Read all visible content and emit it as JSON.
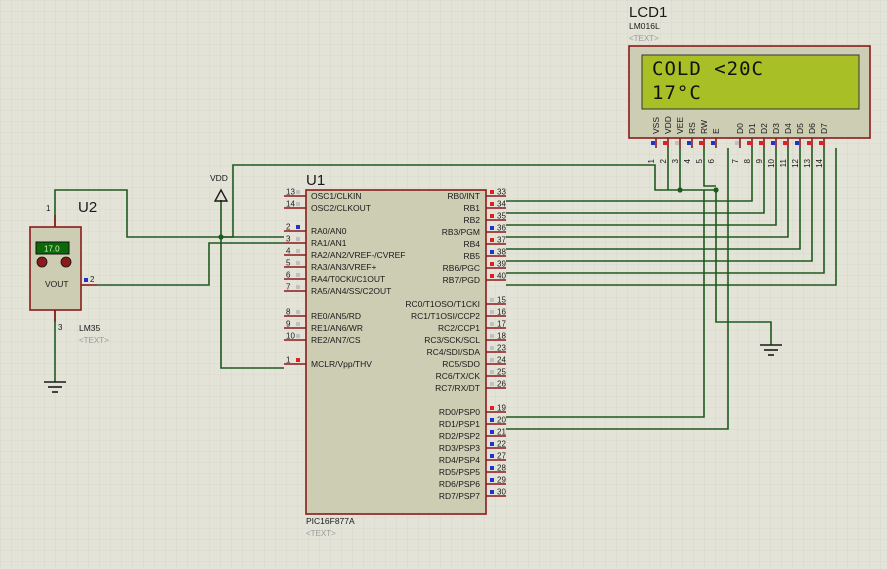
{
  "u1": {
    "ref": "U1",
    "part": "PIC16F877A",
    "text_tag": "<TEXT>",
    "left_pins": [
      {
        "num": "13",
        "label": "OSC1/CLKIN",
        "color": "#c0c0c0"
      },
      {
        "num": "14",
        "label": "OSC2/CLKOUT",
        "color": "#c0c0c0"
      },
      {
        "num": "2",
        "label": "RA0/AN0",
        "color": "#2233cc"
      },
      {
        "num": "3",
        "label": "RA1/AN1",
        "color": "#c0c0c0"
      },
      {
        "num": "4",
        "label": "RA2/AN2/VREF-/CVREF",
        "color": "#c0c0c0"
      },
      {
        "num": "5",
        "label": "RA3/AN3/VREF+",
        "color": "#c0c0c0"
      },
      {
        "num": "6",
        "label": "RA4/T0CKI/C1OUT",
        "color": "#c0c0c0"
      },
      {
        "num": "7",
        "label": "RA5/AN4/SS/C2OUT",
        "color": "#c0c0c0"
      },
      {
        "num": "8",
        "label": "RE0/AN5/RD",
        "color": "#c0c0c0"
      },
      {
        "num": "9",
        "label": "RE1/AN6/WR",
        "color": "#c0c0c0"
      },
      {
        "num": "10",
        "label": "RE2/AN7/CS",
        "color": "#c0c0c0"
      },
      {
        "num": "1",
        "label": "MCLR/Vpp/THV",
        "color": "#e02020"
      }
    ],
    "right_pins": [
      {
        "num": "33",
        "label": "RB0/INT",
        "color": "#e02020"
      },
      {
        "num": "34",
        "label": "RB1",
        "color": "#e02020"
      },
      {
        "num": "35",
        "label": "RB2",
        "color": "#e02020"
      },
      {
        "num": "36",
        "label": "RB3/PGM",
        "color": "#2233cc"
      },
      {
        "num": "37",
        "label": "RB4",
        "color": "#e02020"
      },
      {
        "num": "38",
        "label": "RB5",
        "color": "#2233cc"
      },
      {
        "num": "39",
        "label": "RB6/PGC",
        "color": "#e02020"
      },
      {
        "num": "40",
        "label": "RB7/PGD",
        "color": "#e02020"
      },
      {
        "num": "15",
        "label": "RC0/T1OSO/T1CKI",
        "color": "#c0c0c0"
      },
      {
        "num": "16",
        "label": "RC1/T1OSI/CCP2",
        "color": "#c0c0c0"
      },
      {
        "num": "17",
        "label": "RC2/CCP1",
        "color": "#c0c0c0"
      },
      {
        "num": "18",
        "label": "RC3/SCK/SCL",
        "color": "#c0c0c0"
      },
      {
        "num": "23",
        "label": "RC4/SDI/SDA",
        "color": "#c0c0c0"
      },
      {
        "num": "24",
        "label": "RC5/SDO",
        "color": "#c0c0c0"
      },
      {
        "num": "25",
        "label": "RC6/TX/CK",
        "color": "#c0c0c0"
      },
      {
        "num": "26",
        "label": "RC7/RX/DT",
        "color": "#c0c0c0"
      },
      {
        "num": "19",
        "label": "RD0/PSP0",
        "color": "#e02020"
      },
      {
        "num": "20",
        "label": "RD1/PSP1",
        "color": "#2233cc"
      },
      {
        "num": "21",
        "label": "RD2/PSP2",
        "color": "#2233cc"
      },
      {
        "num": "22",
        "label": "RD3/PSP3",
        "color": "#2233cc"
      },
      {
        "num": "27",
        "label": "RD4/PSP4",
        "color": "#2233cc"
      },
      {
        "num": "28",
        "label": "RD5/PSP5",
        "color": "#2233cc"
      },
      {
        "num": "29",
        "label": "RD6/PSP6",
        "color": "#2233cc"
      },
      {
        "num": "30",
        "label": "RD7/PSP7",
        "color": "#2233cc"
      }
    ]
  },
  "u2": {
    "ref": "U2",
    "part": "LM35",
    "text_tag": "<TEXT>",
    "display_value": "17.0",
    "vout_label": "VOUT",
    "pin_top": "1",
    "pin_out": "2",
    "pin_bottom": "3"
  },
  "lcd": {
    "ref": "LCD1",
    "part": "LM016L",
    "text_tag": "<TEXT>",
    "line1": "COLD <20C",
    "line2": "17°C",
    "pins": [
      {
        "num": "1",
        "label": "VSS",
        "color": "#2233cc"
      },
      {
        "num": "2",
        "label": "VDD",
        "color": "#e02020"
      },
      {
        "num": "3",
        "label": "VEE",
        "color": "#c0c0c0"
      },
      {
        "num": "4",
        "label": "RS",
        "color": "#2233cc"
      },
      {
        "num": "5",
        "label": "RW",
        "color": "#e02020"
      },
      {
        "num": "6",
        "label": "E",
        "color": "#2233cc"
      },
      {
        "num": "7",
        "label": "D0",
        "color": "#c0c0c0"
      },
      {
        "num": "8",
        "label": "D1",
        "color": "#e02020"
      },
      {
        "num": "9",
        "label": "D2",
        "color": "#e02020"
      },
      {
        "num": "10",
        "label": "D3",
        "color": "#2233cc"
      },
      {
        "num": "11",
        "label": "D4",
        "color": "#e02020"
      },
      {
        "num": "12",
        "label": "D5",
        "color": "#2233cc"
      },
      {
        "num": "13",
        "label": "D6",
        "color": "#e02020"
      },
      {
        "num": "14",
        "label": "D7",
        "color": "#e02020"
      }
    ]
  },
  "power": {
    "vdd_label": "VDD"
  },
  "colors": {
    "background": "#e3e3d8",
    "component_body": "#cdcdb4",
    "component_outline": "#8b1a1a",
    "wire": "#1f5a1f",
    "lcd_screen": "#a8c026",
    "sensor_display": "#0a6a0a",
    "pin_high": "#e02020",
    "pin_low": "#2233cc",
    "pin_floating": "#c0c0c0"
  }
}
